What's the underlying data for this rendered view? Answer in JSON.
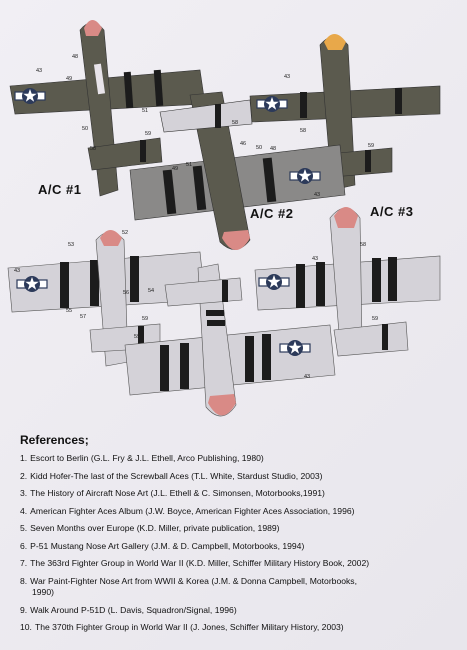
{
  "aircraft_labels": [
    "A/C #1",
    "A/C #2",
    "A/C #3"
  ],
  "callouts": {
    "ac1": [
      "43",
      "48",
      "49",
      "50",
      "51",
      "58",
      "59"
    ],
    "ac2": [
      "58",
      "48",
      "49",
      "50",
      "46",
      "51",
      "43"
    ],
    "ac3": [
      "43",
      "58",
      "59"
    ],
    "ac4": [
      "53",
      "52",
      "54",
      "43",
      "55",
      "57",
      "56",
      "59"
    ],
    "ac6": [
      "58",
      "43",
      "59"
    ],
    "ac5": [
      "59",
      "43"
    ]
  },
  "references": {
    "heading": "References;",
    "items": [
      {
        "num": "1.",
        "text": "Escort to Berlin (G.L. Fry & J.L. Ethell, Arco Publishing, 1980)"
      },
      {
        "num": "2.",
        "text": "Kidd Hofer-The last of the Screwball Aces (T.L. White, Stardust Studio, 2003)"
      },
      {
        "num": "3.",
        "text": "The History of Aircraft Nose Art (J.L. Ethell & C. Simonsen, Motorbooks,1991)"
      },
      {
        "num": "4.",
        "text": "American Fighter Aces Album (J.W. Boyce, American Fighter Aces Association, 1996)"
      },
      {
        "num": "5.",
        "text": "Seven Months over Europe (K.D. Miller, private publication, 1989)"
      },
      {
        "num": "6.",
        "text": "P-51 Mustang Nose Art Gallery (J.M. & D. Campbell, Motorbooks, 1994)"
      },
      {
        "num": "7.",
        "text": "The 363rd Fighter Group in World War II (K.D. Miller, Schiffer Military History Book, 2002)"
      },
      {
        "num": "8.",
        "text": "War Paint-Fighter Nose Art from WWII & Korea (J.M. & Donna Campbell, Motorbooks,",
        "cont": "1990)"
      },
      {
        "num": "9.",
        "text": "Walk Around P-51D (L. Davis, Squadron/Signal, 1996)"
      },
      {
        "num": "10.",
        "text": "The 370th Fighter Group in World War II (J. Jones, Schiffer Military History, 2003)"
      }
    ]
  },
  "colors": {
    "olive": "#5b5a4e",
    "silver": "#d4d2d8",
    "stripe": "#1c1c1c",
    "red_nose": "#d98a86",
    "yellow_nose": "#e8a84a",
    "insignia_blue": "#2c3a5a"
  }
}
